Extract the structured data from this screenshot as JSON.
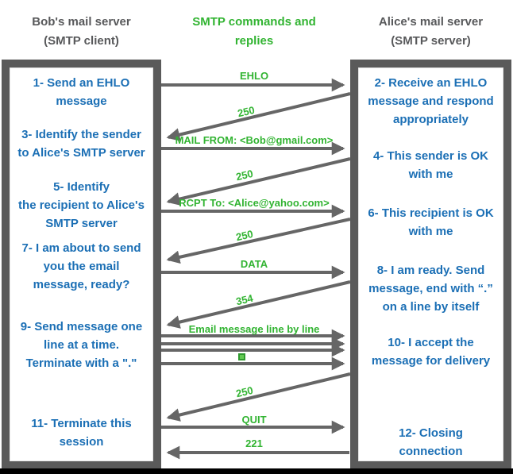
{
  "colors": {
    "command_green": "#32b432",
    "step_blue": "#1b6fb5",
    "header_gray": "#58595b",
    "box_border_gray": "#5a5a5a",
    "arrow_gray": "#666666"
  },
  "headers": {
    "client": "Bob's mail server\n(SMTP client)",
    "center": "SMTP commands and\nreplies",
    "server": "Alice's mail server\n(SMTP server)"
  },
  "client_box": {
    "steps": [
      "1- Send an EHLO\nmessage",
      "3- Identify the sender\nto Alice's SMTP server",
      "5- Identify\nthe recipient to Alice's\nSMTP server",
      "7- I am about to send\nyou the email\nmessage, ready?",
      "9- Send message one\nline at a time.\nTerminate with a \".\"",
      "11- Terminate this\nsession"
    ]
  },
  "server_box": {
    "steps": [
      "2- Receive an EHLO\nmessage and respond\nappropriately",
      "4- This sender is OK\nwith me",
      "6- This recipient is OK\nwith me",
      "8-  I am ready. Send\nmessage, end with “.”\non a line by itself",
      "10-  I accept the\nmessage for delivery",
      "12-  Closing\nconnection"
    ]
  },
  "messages": {
    "ehlo": "EHLO",
    "reply_250_1": "250",
    "mail_from": "MAIL FROM: <Bob@gmail.com>",
    "reply_250_2": "250",
    "rcpt_to": "RCPT To: <Alice@yahoo.com>",
    "reply_250_3": "250",
    "data": "DATA",
    "reply_354": "354",
    "email_lines": "Email message line by line",
    "reply_250_4": "250",
    "quit": "QUIT",
    "reply_221": "221"
  },
  "icons": {
    "terminating_dot": "small-green-square (\".\" line terminator)"
  }
}
